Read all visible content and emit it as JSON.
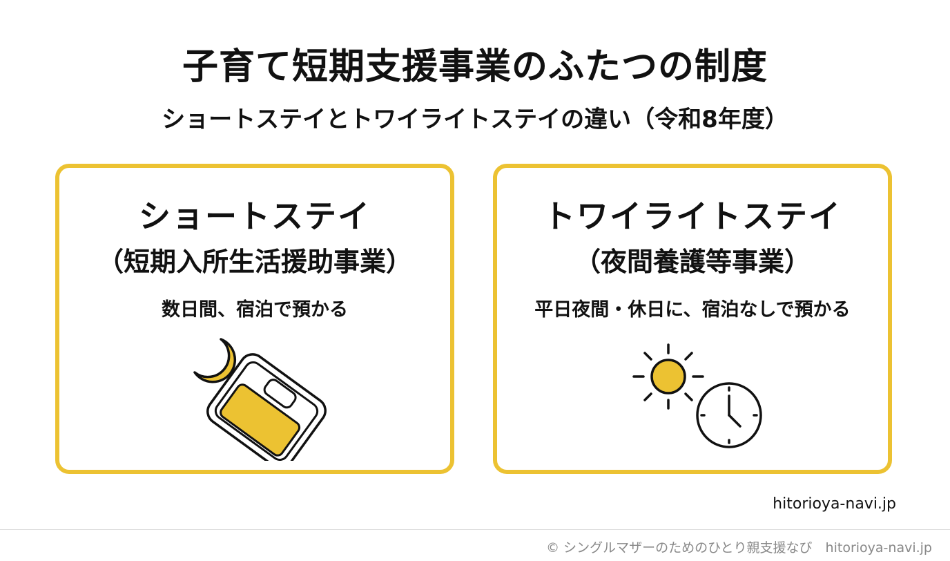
{
  "header": {
    "title": "子育て短期支援事業のふたつの制度",
    "subtitle": "ショートステイとトワイライトステイの違い（令和8年度）"
  },
  "cards": [
    {
      "title": "ショートステイ",
      "official_name": "（短期入所生活援助事業）",
      "description": "数日間、宿泊で預かる",
      "icon": "moon-and-bed-icon"
    },
    {
      "title": "トワイライトステイ",
      "official_name": "（夜間養護等事業）",
      "description": "平日夜間・休日に、宿泊なしで預かる",
      "icon": "sun-and-clock-icon"
    }
  ],
  "footer": {
    "site": "hitorioya-navi.jp",
    "copyright": "© シングルマザーのためのひとり親支援なび　hitorioya-navi.jp"
  },
  "colors": {
    "accent": "#ecc232",
    "text": "#111111",
    "muted": "#888888"
  }
}
